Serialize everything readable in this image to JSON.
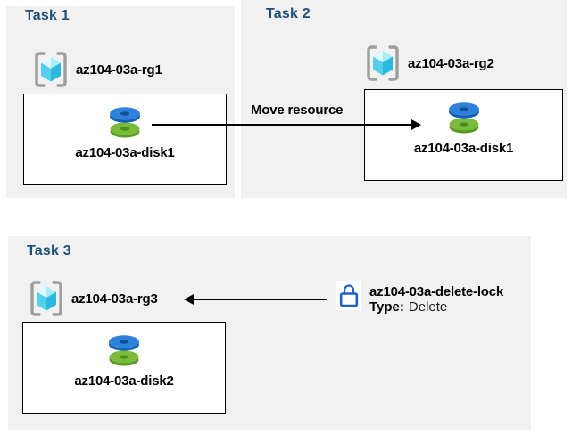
{
  "tasks": [
    {
      "heading": "Task 1",
      "resource_group": "az104-03a-rg1",
      "resource": "az104-03a-disk1"
    },
    {
      "heading": "Task 2",
      "resource_group": "az104-03a-rg2",
      "resource": "az104-03a-disk1"
    },
    {
      "heading": "Task 3",
      "resource_group": "az104-03a-rg3",
      "resource": "az104-03a-disk2"
    }
  ],
  "arrows": {
    "move_label": "Move resource"
  },
  "lock": {
    "name": "az104-03a-delete-lock",
    "type_label": "Type:",
    "type_value": "Delete"
  },
  "icons": {
    "resource_group": "resource-group-icon",
    "disk": "disk-icon",
    "lock": "lock-icon"
  },
  "colors": {
    "panel_bg": "#F1F1F1",
    "heading_blue": "#1F4E79",
    "text": "#000000",
    "box_border": "#000000",
    "disk_blue_top": "#2E82DC",
    "disk_blue_side": "#1660B4",
    "disk_green_top": "#7ABB3C",
    "disk_green_side": "#569A1E",
    "cube_top_light": "#DDF8FE",
    "cube_top_mid": "#A8ECFA",
    "cube_left": "#55D0EC",
    "cube_right": "#2CB9DE",
    "bracket_gray": "#9E9E9E",
    "lock_blue": "#1E5FC8"
  }
}
